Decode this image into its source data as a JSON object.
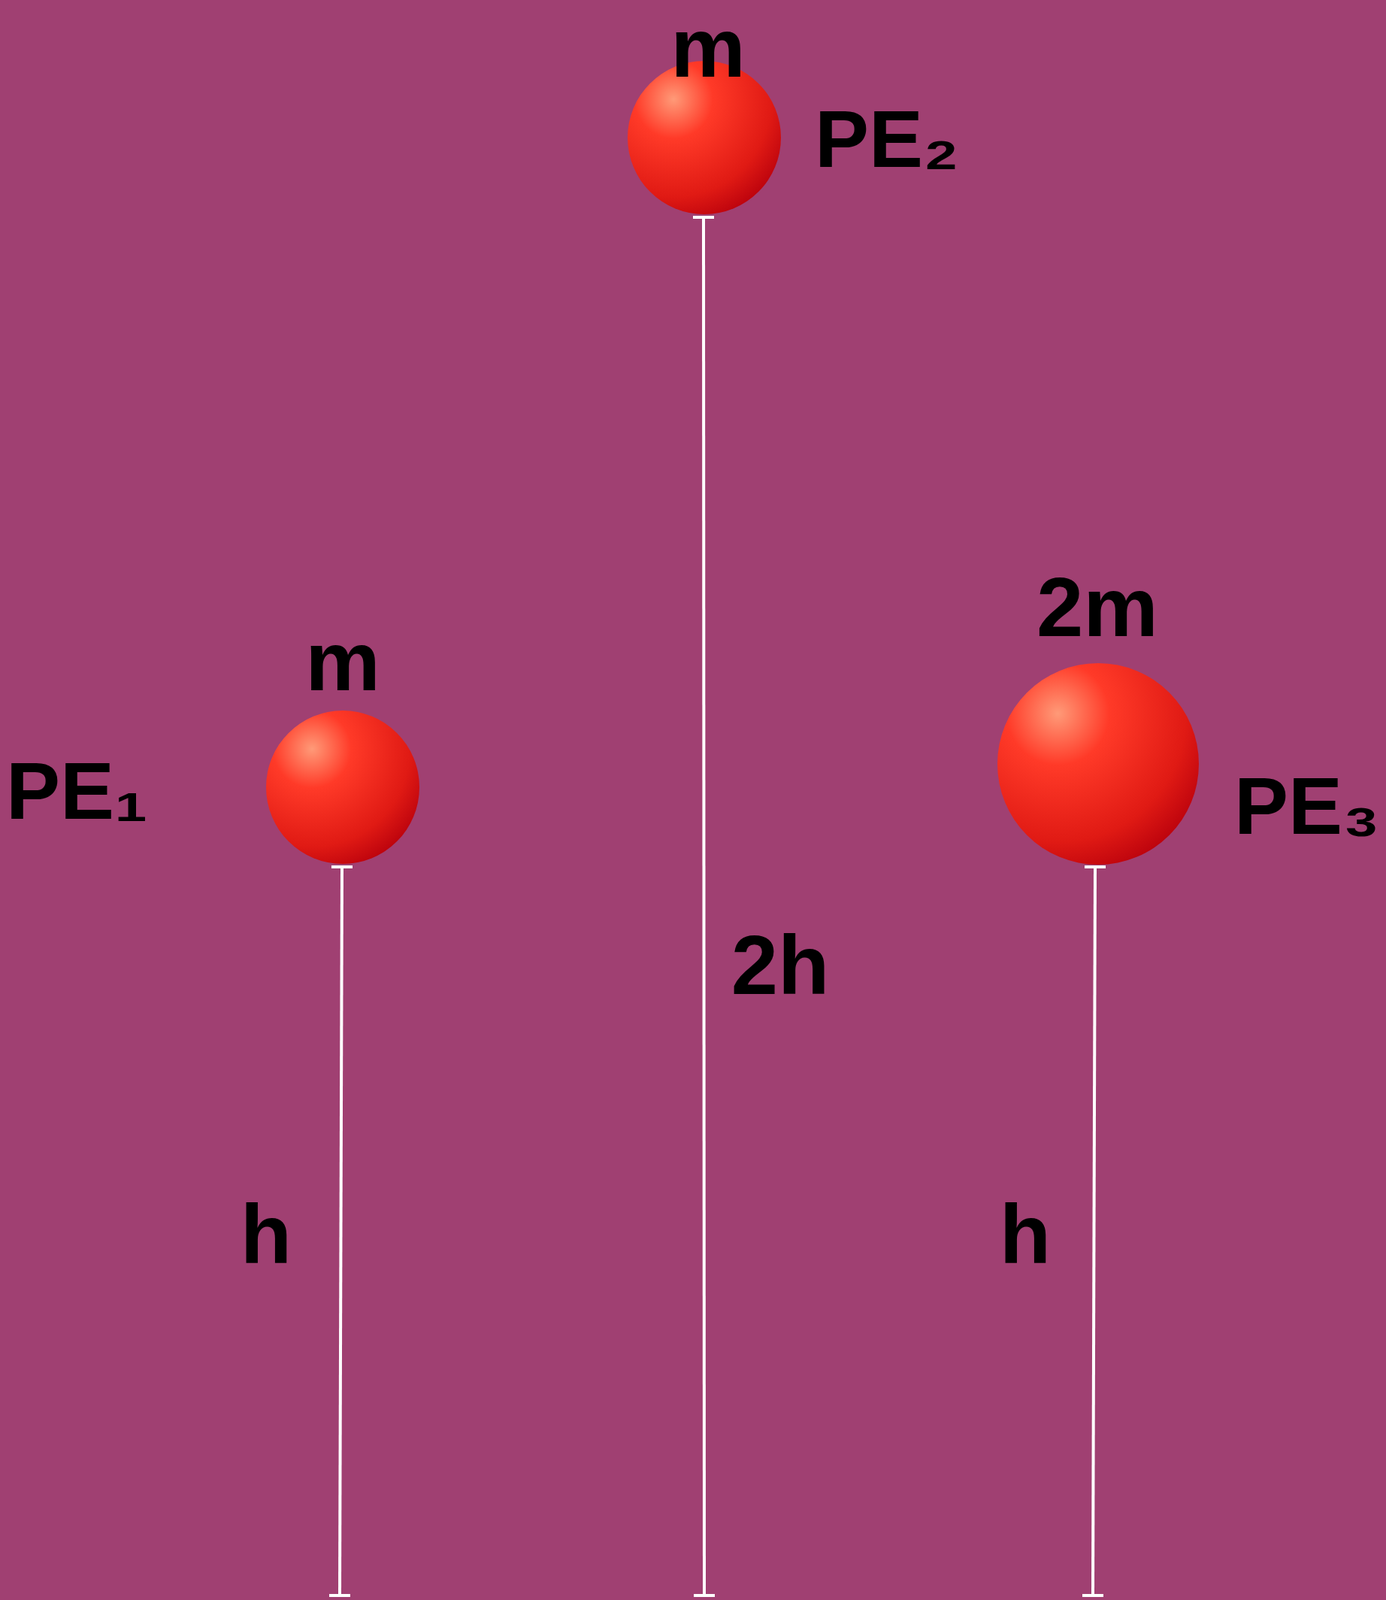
{
  "diagram": {
    "labels": [
      "m",
      "PE₂",
      "PE₁",
      "m",
      "2m",
      "PE₃",
      "2h",
      "h",
      "h"
    ]
  }
}
